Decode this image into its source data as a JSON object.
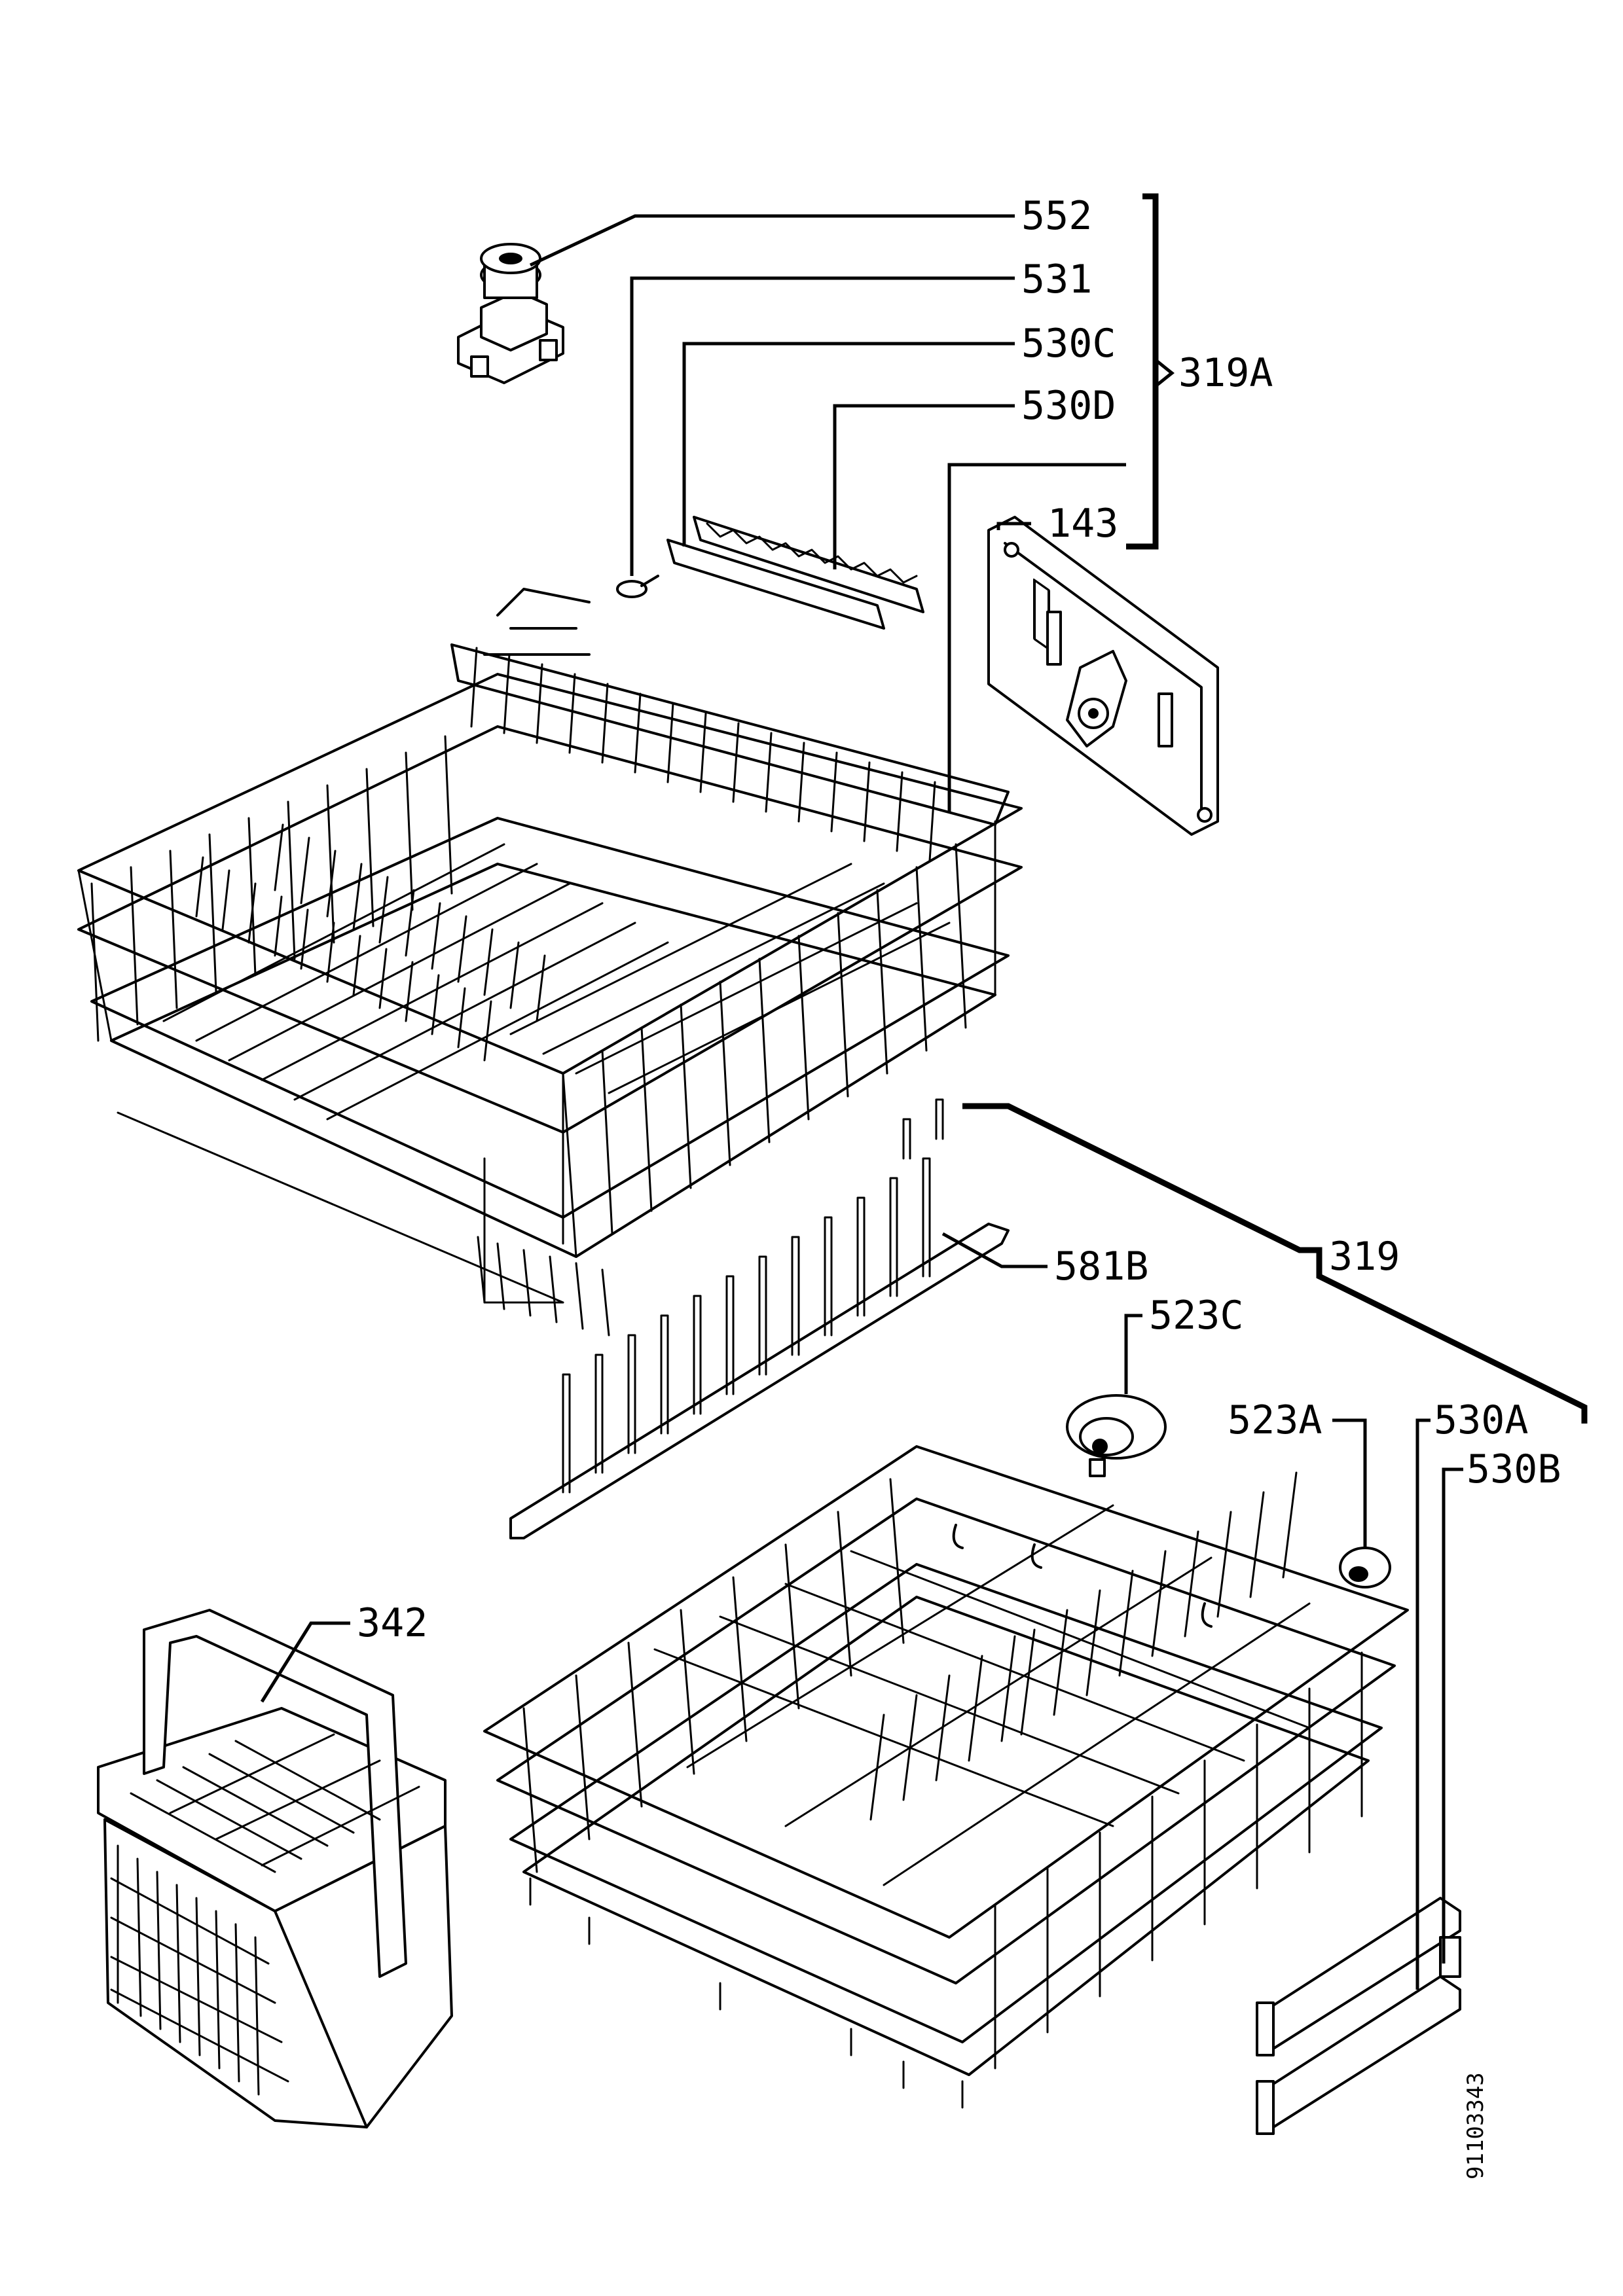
{
  "labels": {
    "p552": "552",
    "p531": "531",
    "p530c": "530C",
    "p530d": "530D",
    "p319a": "319A",
    "p143": "143",
    "p581b": "581B",
    "p319": "319",
    "p523c": "523C",
    "p523a": "523A",
    "p530a": "530A",
    "p530b": "530B",
    "p342": "342"
  },
  "drawing_number": "91103343"
}
